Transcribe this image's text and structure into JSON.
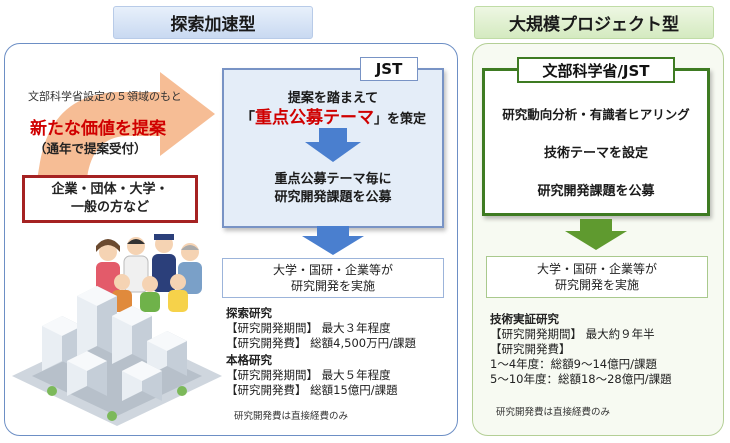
{
  "left_header": "探索加速型",
  "right_header": "大規模プロジェクト型",
  "left": {
    "field_note": "文部科学省設定の５領域のもと",
    "proposal_title": "新たな価値を提案",
    "proposal_sub": "（通年で提案受付）",
    "applicant_line1": "企業・団体・大学・",
    "applicant_line2": "一般の方など",
    "jst_label": "JST",
    "jst_line1": "提案を踏まえて",
    "jst_line2_pre": "「",
    "jst_line2_em": "重点公募テーマ",
    "jst_line2_post": "」を策定",
    "jst_line3": "重点公募テーマ毎に",
    "jst_line4": "研究開発課題を公募",
    "result_line1": "大学・国研・企業等が",
    "result_line2": "研究開発を実施",
    "explore_title": "探索研究",
    "explore_period": "【研究開発期間】 最大３年程度",
    "explore_cost": "【研究開発費】 総額4,500万円/課題",
    "full_title": "本格研究",
    "full_period": "【研究開発期間】 最大５年程度",
    "full_cost": "【研究開発費】 総額15億円/課題",
    "note": "研究開発費は直接経費のみ"
  },
  "right": {
    "label": "文部科学省/JST",
    "line1": "研究動向分析・有識者ヒアリング",
    "line2": "技術テーマを設定",
    "line3": "研究開発課題を公募",
    "result_line1": "大学・国研・企業等が",
    "result_line2": "研究開発を実施",
    "demo_title": "技術実証研究",
    "demo_period": "【研究開発期間】 最大約９年半",
    "demo_cost": "【研究開発費】",
    "demo_cost1": "1～4年度：総額9～14億円/課題",
    "demo_cost2": "5～10年度：総額18～28億円/課題",
    "note": "研究開発費は直接経費のみ"
  },
  "colors": {
    "left_border": "#6d8fc5",
    "right_border": "#b4cf96",
    "arrow_blue": "#4a7fcf",
    "arrow_green": "#5f9a2f",
    "arrow_orange": "#f4b183",
    "emphasis_red": "#d00000"
  },
  "icons": [
    "people-illustration",
    "city-illustration"
  ]
}
